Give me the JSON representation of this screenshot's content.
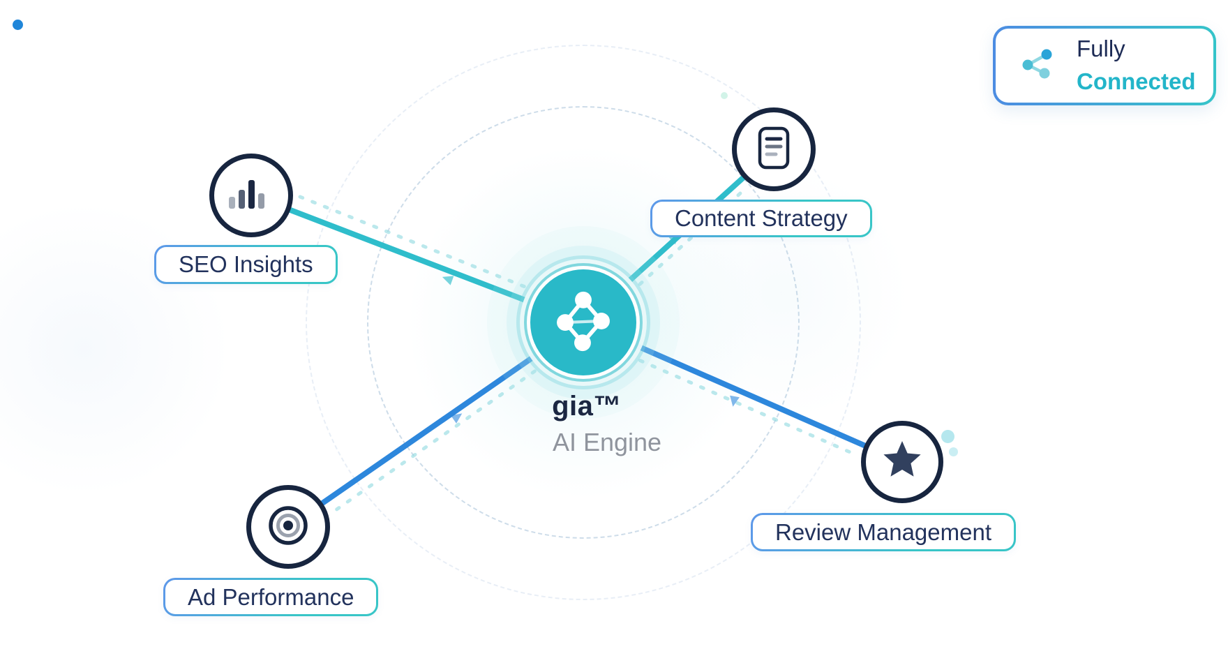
{
  "status_badge": {
    "line1": "Fully",
    "line2": "Connected",
    "icon": "share-network-icon"
  },
  "hub": {
    "title": "gia™",
    "subtitle": "AI Engine",
    "icon": "network-diamond-icon"
  },
  "nodes": [
    {
      "id": "seo-insights",
      "label": "SEO Insights",
      "icon": "bar-chart-icon",
      "link_color": "teal"
    },
    {
      "id": "content-strategy",
      "label": "Content Strategy",
      "icon": "document-icon",
      "link_color": "teal"
    },
    {
      "id": "ad-performance",
      "label": "Ad Performance",
      "icon": "target-icon",
      "link_color": "blue"
    },
    {
      "id": "review-management",
      "label": "Review Management",
      "icon": "star-icon",
      "link_color": "blue"
    }
  ],
  "colors": {
    "hub_teal": "#29b9c8",
    "link_teal": "#2fbdcb",
    "link_blue": "#2d87dc",
    "trail_teal": "#8ed9e0",
    "node_border_navy": "#17253f",
    "label_text_navy": "#22325c",
    "subtitle_gray": "#8f949d",
    "badge_teal": "#23b5c9",
    "accent_dot_blue": "#2086d9",
    "grad_blue": "#5e97ea",
    "grad_teal": "#38c5c7"
  }
}
